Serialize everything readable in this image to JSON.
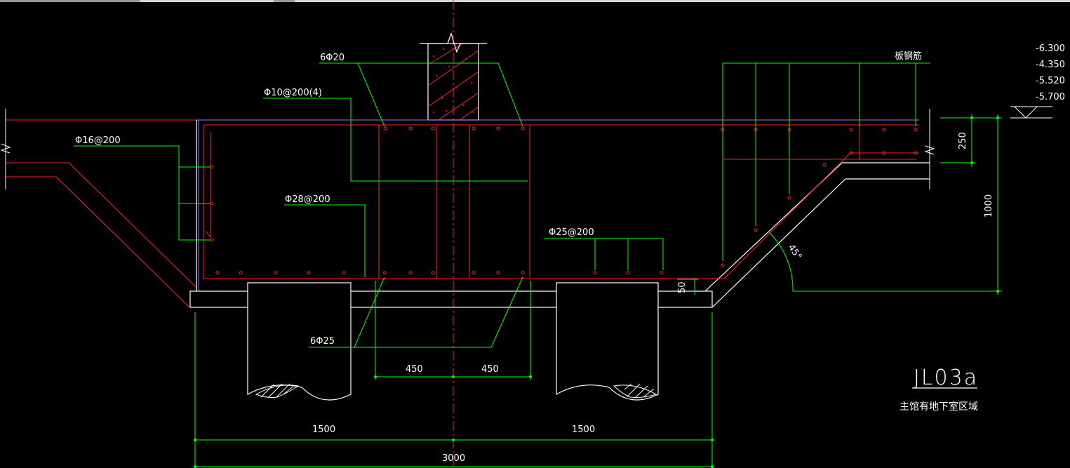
{
  "colors": {
    "background": "#000000",
    "outline": "#ffffff",
    "rebar": "#ff2020",
    "leader": "#00ff00",
    "centerline": "#ff2020",
    "purple": "#9b6bff"
  },
  "rebar_labels": {
    "top_longitudinal": "6Φ20",
    "stirrup": "Φ10@200(4)",
    "side_bars": "Φ16@200",
    "bottom_distribution": "Φ28@200",
    "slab_bottom": "Φ25@200",
    "bottom_longitudinal": "6Φ25",
    "slab_rebar": "板钢筋"
  },
  "elevations": [
    "-6.300",
    "-4.350",
    "-5.520",
    "-5.700"
  ],
  "dimensions": {
    "slab_thickness": "250",
    "beam_depth": "1000",
    "cushion": "50",
    "slope_angle": "45°",
    "half_beam_left": "450",
    "half_beam_right": "450",
    "half_span_left": "1500",
    "half_span_right": "1500",
    "total_span": "3000"
  },
  "title": {
    "code": "JL03a",
    "subtitle": "主馆有地下室区域"
  }
}
